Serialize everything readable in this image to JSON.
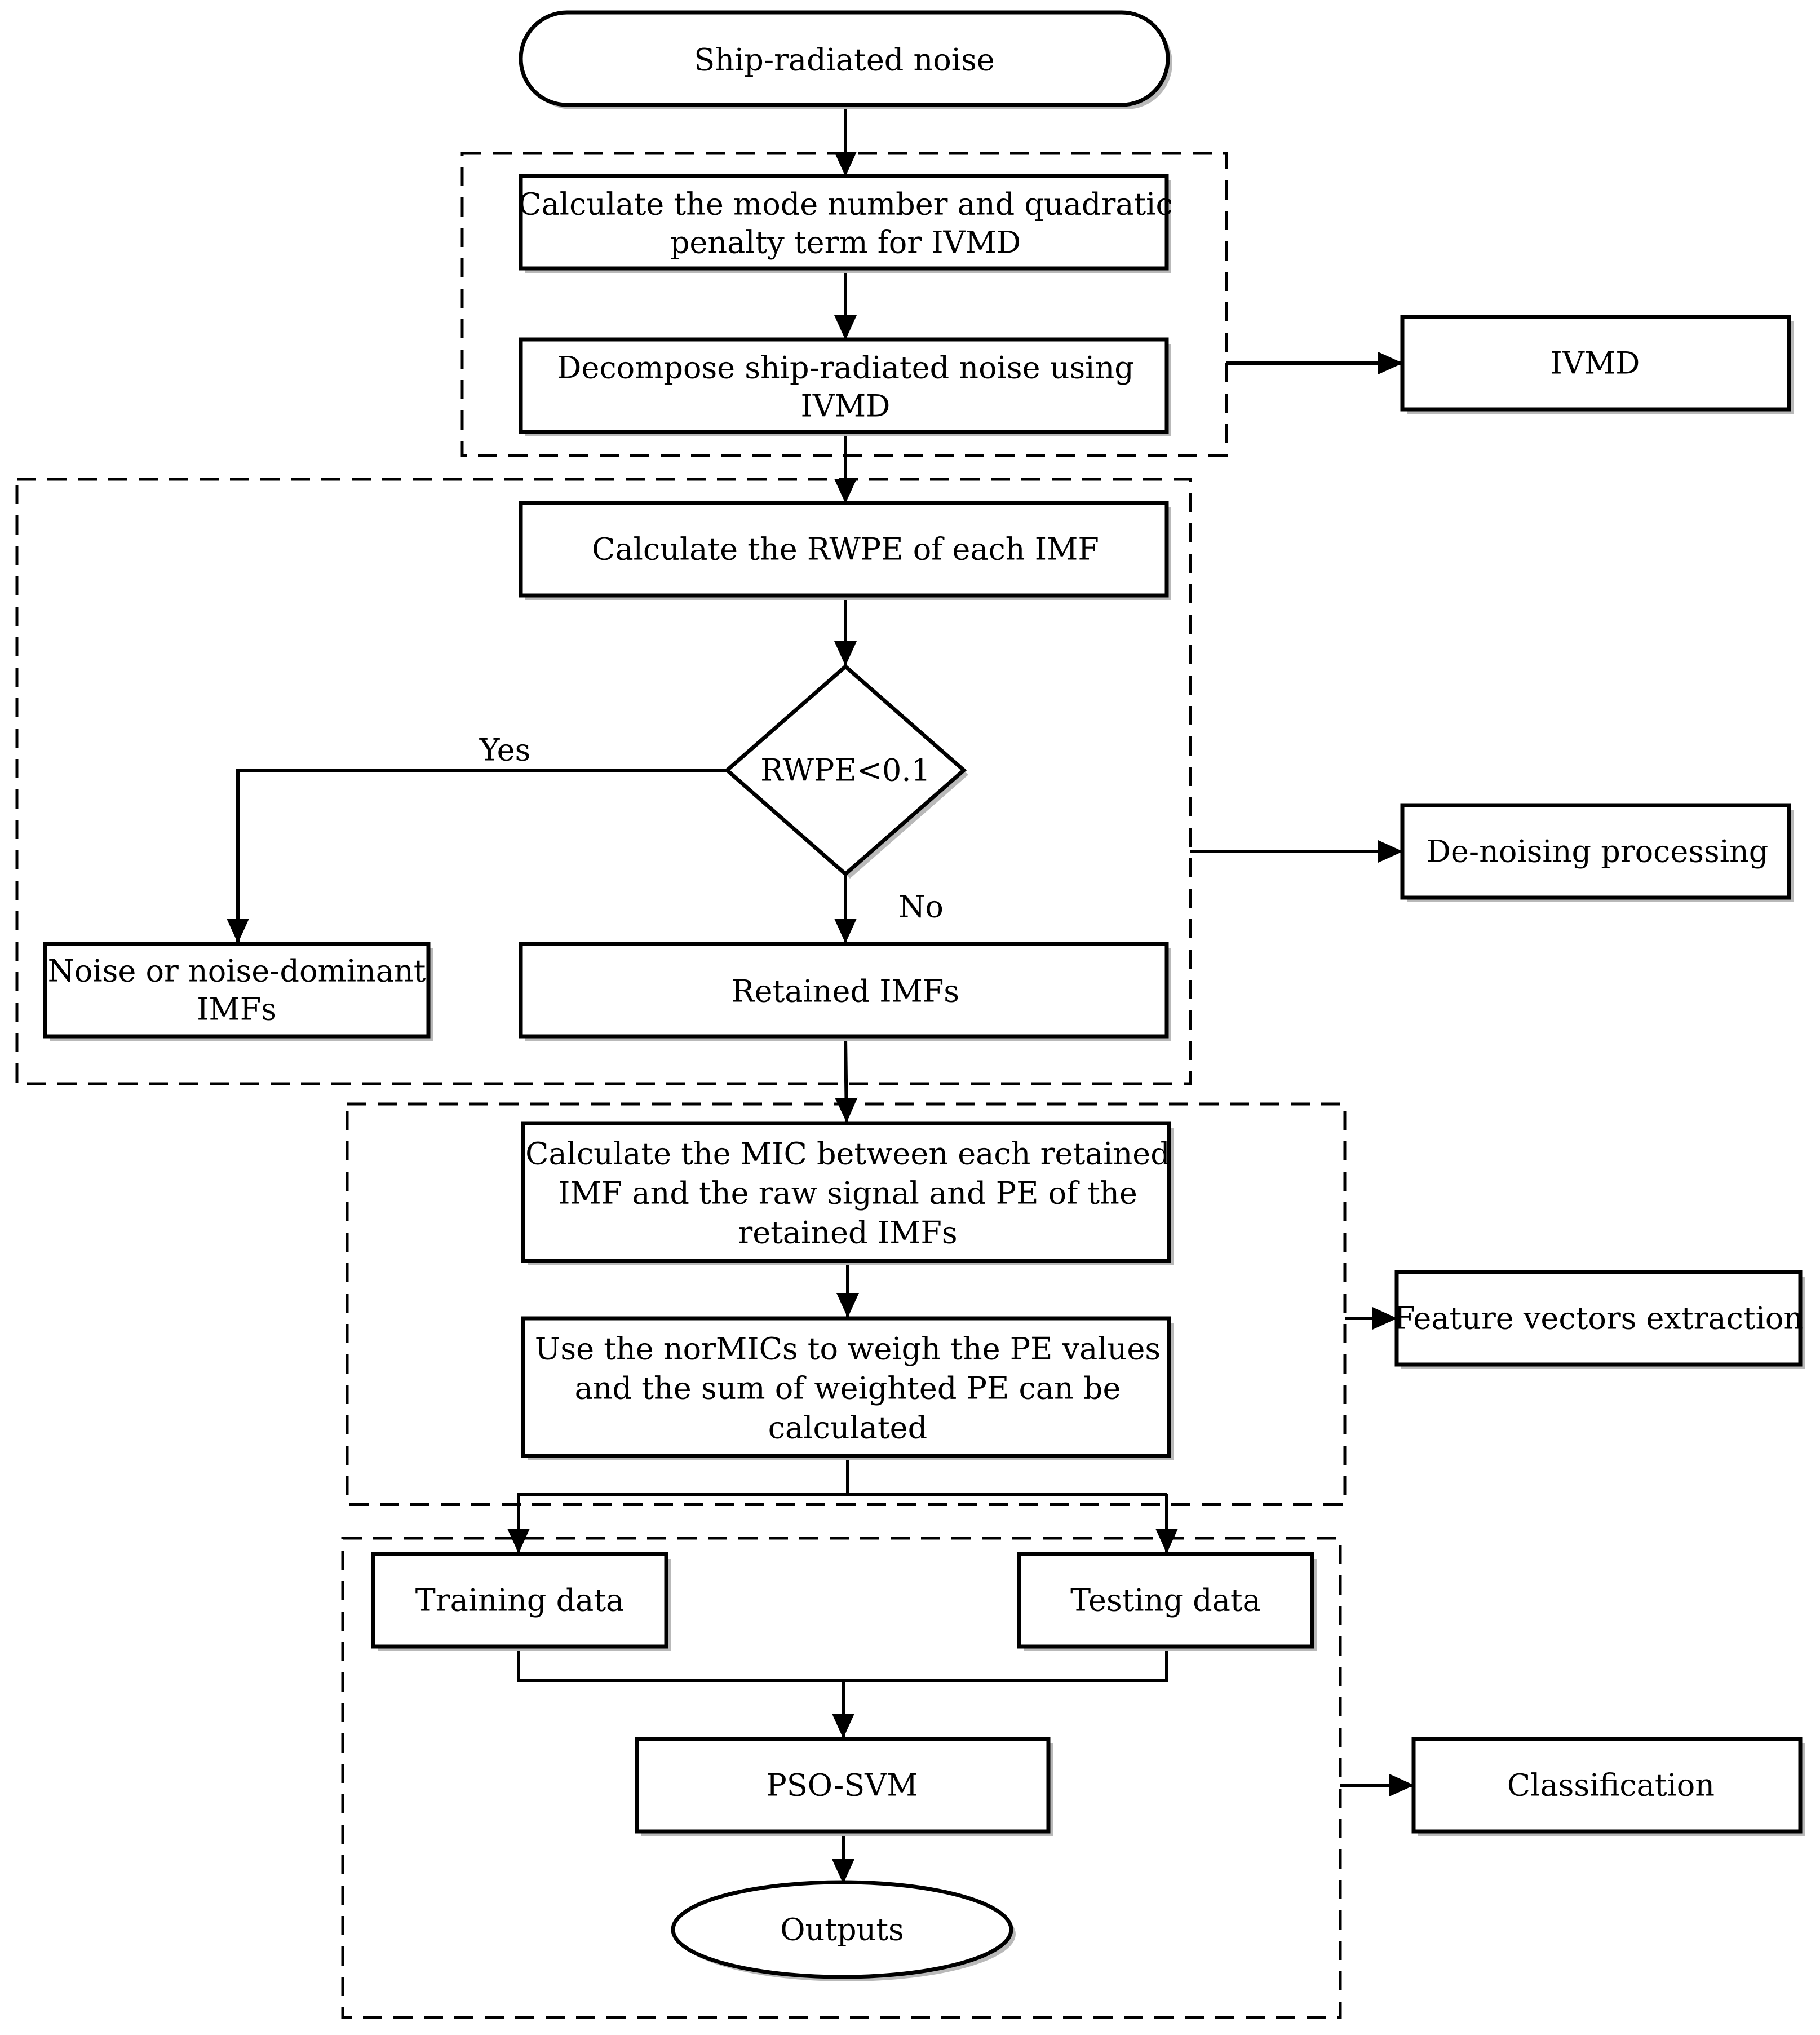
{
  "diagram": {
    "start": "Ship-radiated noise",
    "ivmd_group": {
      "step1": [
        "Calculate the mode number and quadratic",
        "penalty term for IVMD"
      ],
      "step2": [
        "Decompose ship-radiated noise using",
        "IVMD"
      ],
      "label": "IVMD"
    },
    "denoise_group": {
      "step1": "Calculate the RWPE of each IMF",
      "decision": "RWPE<0.1",
      "yes_label": "Yes",
      "no_label": "No",
      "yes_branch": [
        "Noise or noise-dominant",
        "IMFs"
      ],
      "no_branch": "Retained IMFs",
      "label": "De-noising processing"
    },
    "feature_group": {
      "step1": [
        "Calculate the MIC between each retained",
        "IMF and the raw signal and PE of  the",
        "retained IMFs"
      ],
      "step2": [
        "Use the norMICs to weigh the PE values",
        "and the sum of weighted PE can be",
        "calculated"
      ],
      "label": "Feature vectors extraction"
    },
    "classification_group": {
      "training": "Training data",
      "testing": "Testing data",
      "classifier": "PSO-SVM",
      "end": "Outputs",
      "label": "Classification"
    }
  }
}
